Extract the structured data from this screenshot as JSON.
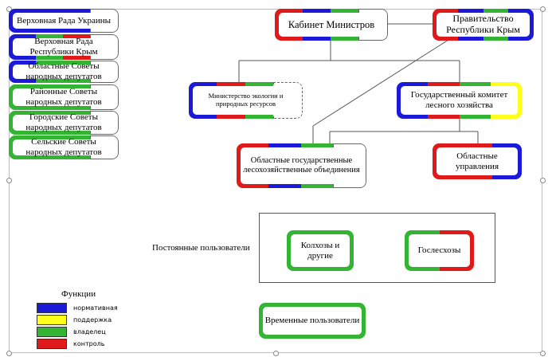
{
  "colors": {
    "normative": "#1a1ad8",
    "support": "#ffff1a",
    "owner": "#33b533",
    "control": "#e01a1a",
    "outline": "#666666"
  },
  "left_column": [
    {
      "id": "vru",
      "label": "Верховная Рада Украины",
      "ring": [
        "normative",
        "normative",
        "normative",
        "outline"
      ]
    },
    {
      "id": "vrk",
      "label": "Верховная Рада Республики Крым",
      "ring": [
        "normative",
        "owner",
        "control",
        "outline"
      ]
    },
    {
      "id": "obl",
      "label": "Областные Советы народных депутатов",
      "ring": [
        "normative",
        "owner",
        "owner",
        "outline"
      ]
    },
    {
      "id": "ray",
      "label": "Районные Советы народных депутатов",
      "ring": [
        "owner",
        "owner",
        "owner",
        "outline"
      ]
    },
    {
      "id": "gor",
      "label": "Городские Советы народных депутатов",
      "ring": [
        "owner",
        "owner",
        "owner",
        "outline"
      ]
    },
    {
      "id": "sel",
      "label": "Сельские Советы народных депутатов",
      "ring": [
        "owner",
        "owner",
        "owner",
        "outline"
      ]
    }
  ],
  "nodes": {
    "cabinet": {
      "label": "Кабинет Министров",
      "ring": [
        "control",
        "normative",
        "owner",
        "outline"
      ]
    },
    "government": {
      "label": "Правительство Республики Крым",
      "ring": [
        "control",
        "normative",
        "owner",
        "normative"
      ]
    },
    "ministry": {
      "label": "Министерство экологии и природных ресурсов",
      "ring": [
        "normative",
        "control",
        "owner",
        "outline"
      ]
    },
    "committee": {
      "label": "Государственный комитет лесного хозяйства",
      "ring": [
        "normative",
        "control",
        "owner",
        "support"
      ]
    },
    "regional_forest": {
      "label": "Областные государственные лесохозяйственные объединения",
      "ring": [
        "control",
        "normative",
        "owner",
        "outline"
      ]
    },
    "regional_admin": {
      "label": "Областные управления",
      "ring": [
        "control",
        "control",
        "normative"
      ]
    },
    "kolkhoz": {
      "label": "Колхозы и другие",
      "ring": [
        "owner"
      ]
    },
    "gosleshoz": {
      "label": "Гослесхозы",
      "ring": [
        "owner",
        "control"
      ]
    },
    "temporary": {
      "label": "Временные пользователи",
      "ring": [
        "owner"
      ]
    }
  },
  "permanent_users_label": "Постоянные пользователи",
  "legend": {
    "title": "Функции",
    "items": [
      {
        "key": "normative",
        "label": "нормативная"
      },
      {
        "key": "support",
        "label": "поддержка"
      },
      {
        "key": "owner",
        "label": "владелец"
      },
      {
        "key": "control",
        "label": "контроль"
      }
    ]
  }
}
